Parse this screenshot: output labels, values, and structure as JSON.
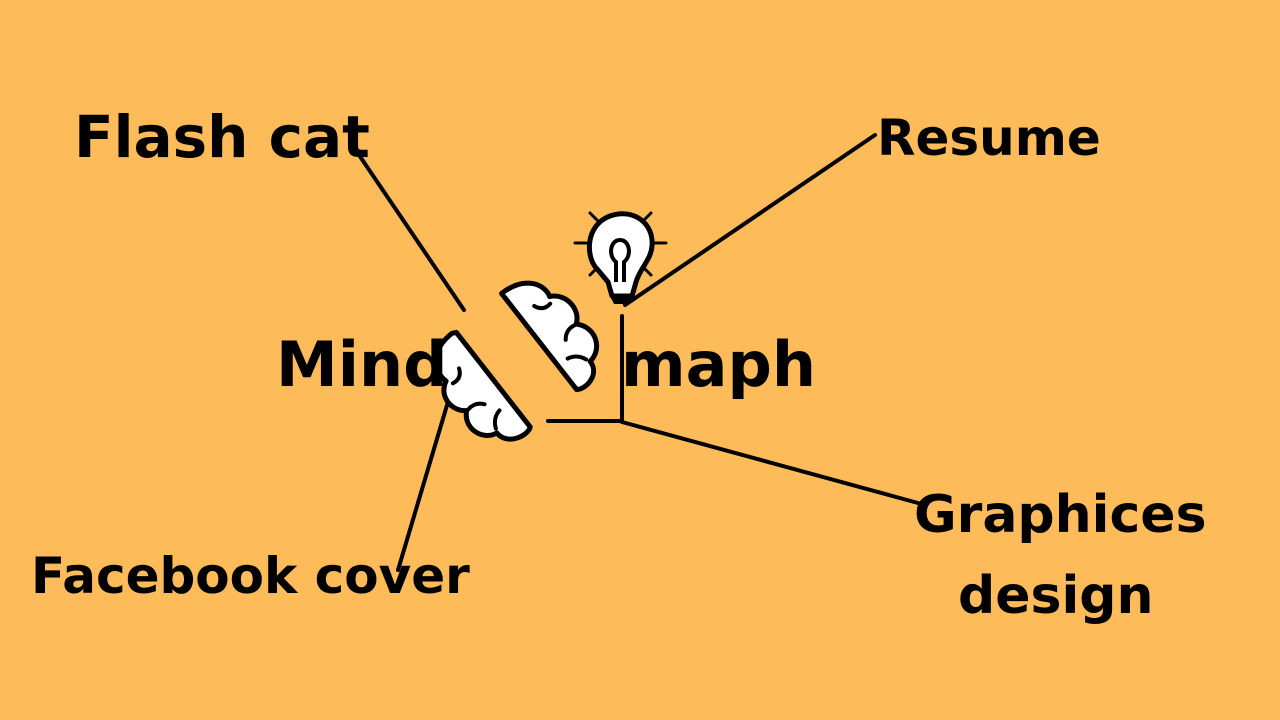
{
  "background_color": "#FDBB5A",
  "center": {
    "left_word": "Mind",
    "right_word": "maph"
  },
  "branches": {
    "flash_cat": "Flash cat",
    "resume": "Resume",
    "facebook_cover": "Facebook cover",
    "graphics_line1": "Graphices",
    "graphics_line2": "design"
  },
  "icons": [
    "brain-icon",
    "lightbulb-icon"
  ]
}
